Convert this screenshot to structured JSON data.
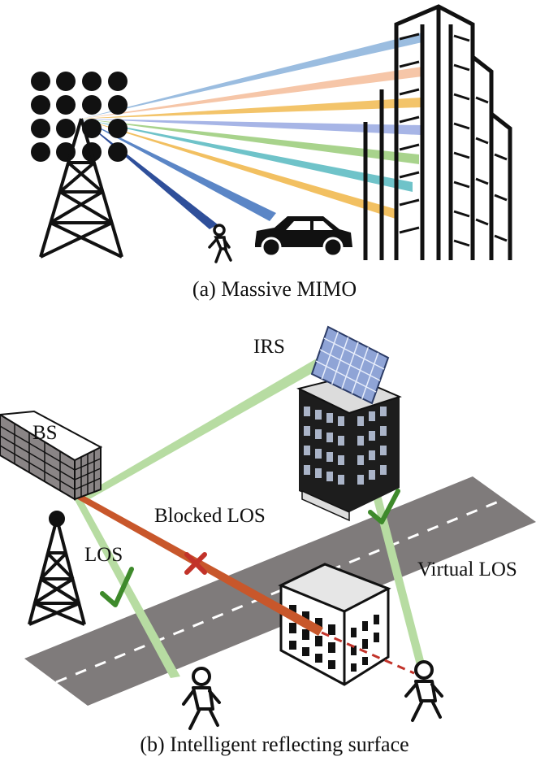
{
  "panel_a": {
    "caption": "(a) Massive MIMO",
    "beam_colors": [
      "#9bbde0",
      "#f6c6a8",
      "#f3c46a",
      "#a7b5e6",
      "#a8d38c",
      "#6fc3c9",
      "#f2c061",
      "#5b86c6",
      "#2f4f9a"
    ]
  },
  "panel_b": {
    "caption": "(b) Intelligent reflecting surface",
    "labels": {
      "bs": "BS",
      "irs": "IRS",
      "blocked_los": "Blocked LOS",
      "los": "LOS",
      "virtual_los": "Virtual LOS"
    },
    "colors": {
      "beam_green": "#b7dca2",
      "blocked_beam": "#c8572b",
      "cross": "#c2332a",
      "check": "#3e8a2b",
      "road": "#7f7b7b",
      "irs_panel": "#8fa4d6",
      "bs_panel": "#8a8586"
    }
  }
}
